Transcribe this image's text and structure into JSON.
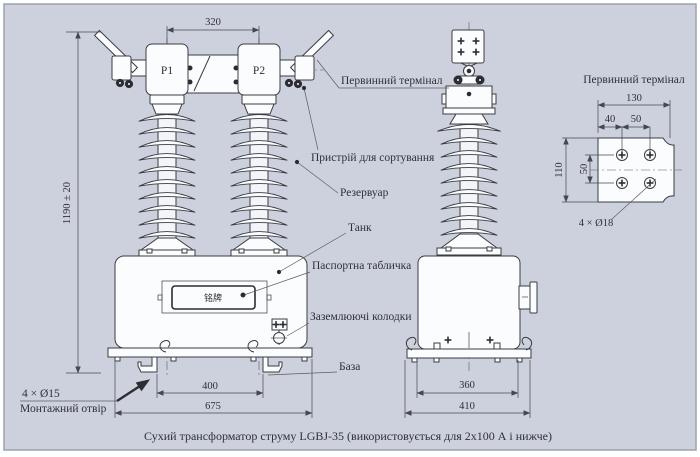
{
  "caption": "Сухий трансформатор струму LGBJ-35 (використовується для 2x100 А і нижче)",
  "front_view": {
    "terminal_p1": "P1",
    "terminal_p2": "P2",
    "nameplate_text": "铭牌"
  },
  "labels": {
    "primary_terminal": "Первинний термінал",
    "sorting_device": "Пристрій для сортування",
    "reservoir": "Резервуар",
    "tank": "Танк",
    "nameplate": "Паспортна табличка",
    "grounding": "Заземлюючі колодки",
    "base": "База",
    "mount_holes": "4 × Ø15",
    "mount_hole_name": "Монтажний отвір"
  },
  "detail_view": {
    "title": "Первинний термінал",
    "holes_note": "4 × Ø18"
  },
  "dims": {
    "front_top": "320",
    "front_height": "1190 ± 20",
    "front_base_inner": "400",
    "front_base_outer": "675",
    "side_base_inner": "360",
    "side_base_outer": "410",
    "detail_width": "130",
    "detail_offset": "40",
    "detail_pitch_h": "50",
    "detail_height": "110",
    "detail_pitch_v": "50"
  },
  "colors": {
    "background": "#cdd1dd",
    "line": "#3a3c44",
    "accent_black": "#2b2d33"
  }
}
